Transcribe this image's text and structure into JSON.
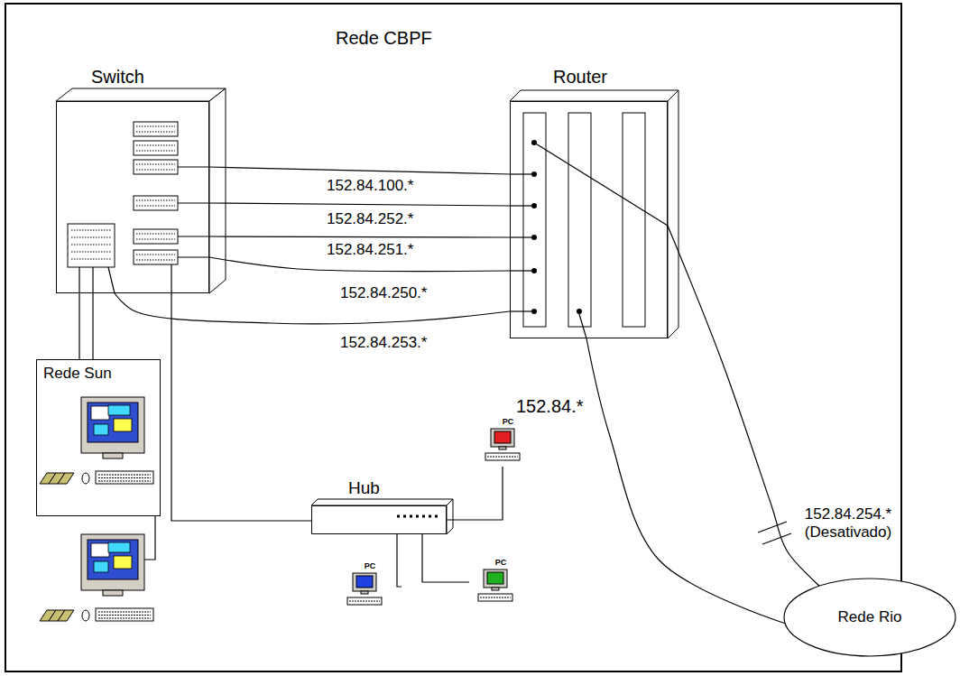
{
  "diagram": {
    "nodes": [
      {
        "text": [
          "Rede CBPF"
        ]
      },
      {
        "text": [
          "Switch"
        ],
        "in": 0
      },
      {
        "text": [
          "Router"
        ],
        "in": 0
      },
      {
        "text": [
          "Rede Sun"
        ],
        "in": 0
      },
      {
        "text": [
          "Hub"
        ],
        "in": 0
      },
      {
        "text": [
          "PC"
        ],
        "in": 0
      },
      {
        "text": [
          "PC"
        ],
        "in": 0
      },
      {
        "text": [
          "PC"
        ],
        "in": 0
      },
      {
        "text": [
          "Rede Rio"
        ]
      }
    ],
    "edges": [
      {
        "from": 1,
        "to": 2,
        "arrow": "none",
        "label": "152.84.100.*"
      },
      {
        "from": 1,
        "to": 2,
        "arrow": "none",
        "label": "152.84.252.*"
      },
      {
        "from": 1,
        "to": 2,
        "arrow": "none",
        "label": "152.84.251.*"
      },
      {
        "from": 1,
        "to": 2,
        "arrow": "none",
        "label": "152.84.250.*"
      },
      {
        "from": 1,
        "to": 2,
        "arrow": "none",
        "label": "152.84.253.*"
      },
      {
        "from": 1,
        "to": 3,
        "arrow": "none"
      },
      {
        "from": 1,
        "to": 3,
        "arrow": "none"
      },
      {
        "from": 1,
        "to": 4,
        "arrow": "none"
      },
      {
        "from": 4,
        "to": 5,
        "arrow": "none"
      },
      {
        "from": 4,
        "to": 6,
        "arrow": "none"
      },
      {
        "from": 4,
        "to": 7,
        "arrow": "none"
      },
      {
        "from": 2,
        "to": 8,
        "arrow": "none",
        "label": "152.84.*"
      },
      {
        "from": 2,
        "to": 8,
        "arrow": "none",
        "label": "152.84.254.* (Desativado)"
      }
    ]
  }
}
